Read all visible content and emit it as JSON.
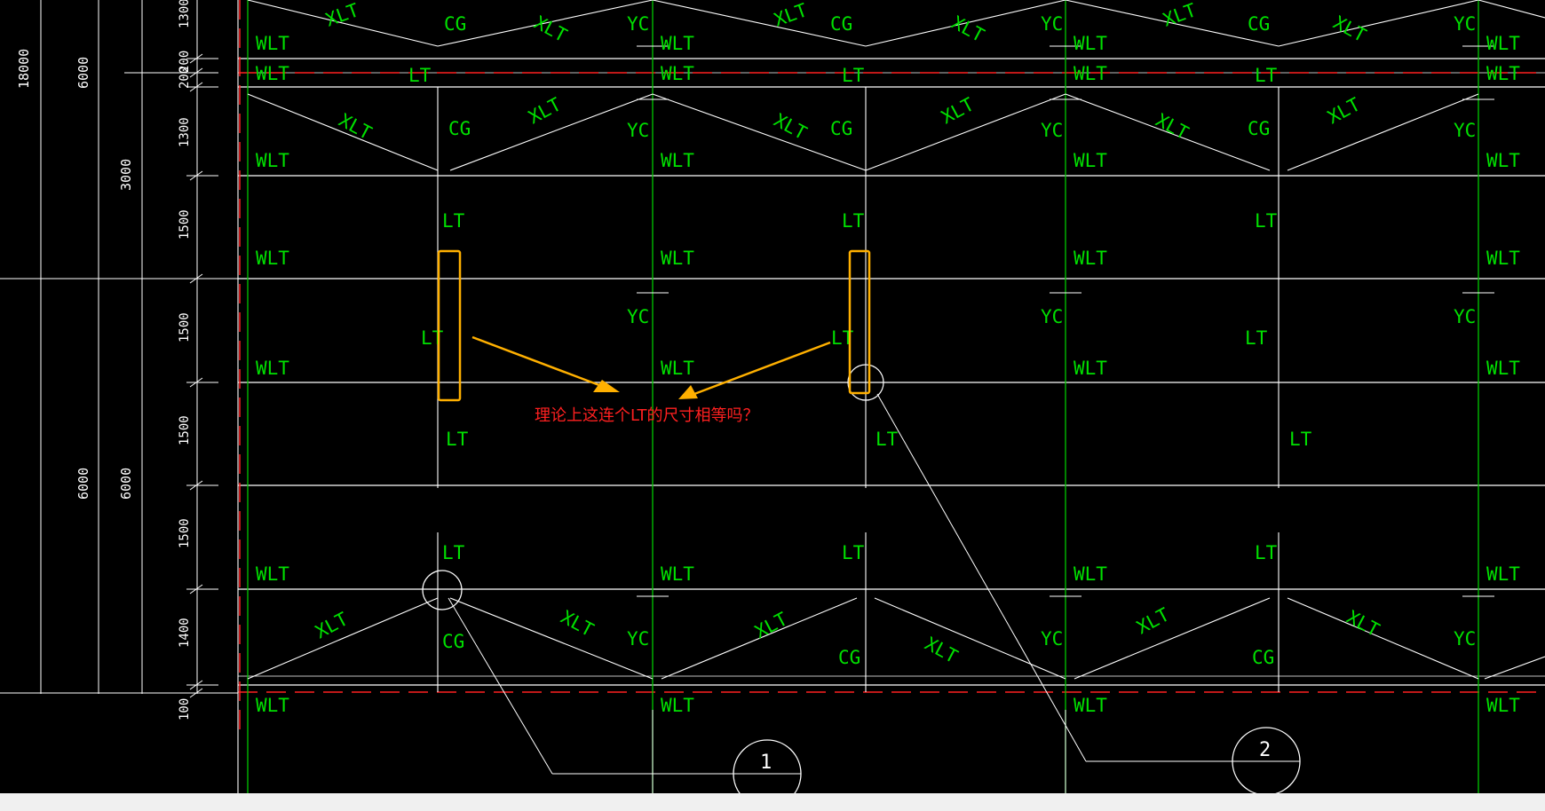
{
  "annotation": {
    "question": "理论上这连个LT的尺寸相等吗？",
    "highlight_color": "#ffb000",
    "text_color": "#ff2020"
  },
  "colors": {
    "background": "#000000",
    "grid_line": "#ffffff",
    "column_line": "#00c800",
    "axis_dashed": "#ff2020",
    "label": "#00e000",
    "dimension": "#ffffff"
  },
  "dimensions": {
    "overall": "18000",
    "col_a_top": "6000",
    "col_a_bottom": "6000",
    "col_b_mid": "3000",
    "col_b_bottom": "6000",
    "rows": [
      "1300",
      "200",
      "200",
      "1300",
      "1500",
      "1500",
      "1500",
      "1500",
      "1400",
      "100"
    ]
  },
  "labels": {
    "wlt": "WLT",
    "xlt": "XLT",
    "lt": "LT",
    "cg": "CG",
    "yc": "YC"
  },
  "detail_markers": [
    "1",
    "2"
  ]
}
